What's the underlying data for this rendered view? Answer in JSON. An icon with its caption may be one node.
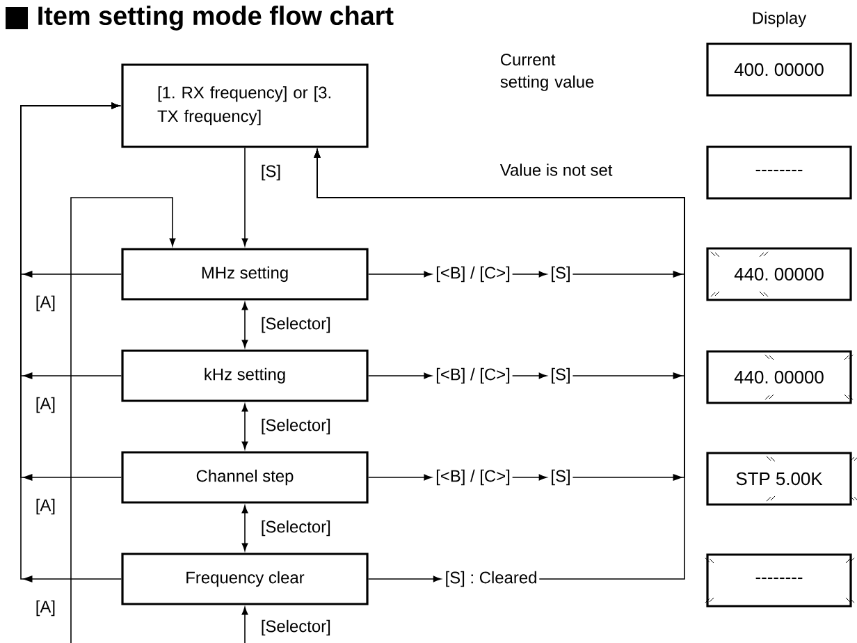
{
  "diagram": {
    "title": "Item setting mode flow chart",
    "nodes": [
      {
        "text": [
          "[1. RX frequency] or [3. TX frequency]"
        ]
      },
      {
        "text": [
          "MHz setting"
        ]
      },
      {
        "text": [
          "kHz setting"
        ]
      },
      {
        "text": [
          "Channel step"
        ]
      },
      {
        "text": [
          "Frequency clear"
        ]
      },
      {
        "text": [
          "[<B] / [C>]"
        ]
      },
      {
        "text": [
          "[S]"
        ]
      },
      {
        "text": [
          "[<B] / [C>]"
        ]
      },
      {
        "text": [
          "[S]"
        ]
      },
      {
        "text": [
          "[<B] / [C>]"
        ]
      },
      {
        "text": [
          "[S]"
        ]
      },
      {
        "text": [
          "[S] : Cleared"
        ]
      },
      {
        "text": [
          "400. 00000"
        ]
      },
      {
        "text": [
          "--------"
        ]
      },
      {
        "text": [
          "440. 00000"
        ]
      },
      {
        "text": [
          "440. 00000"
        ]
      },
      {
        "text": [
          "STP 5.00K"
        ]
      },
      {
        "text": [
          "--------"
        ]
      }
    ],
    "edges": [
      {
        "from": 0,
        "to": 1,
        "arrow": "to",
        "label": "[S]"
      },
      {
        "from": 1,
        "to": 5,
        "arrow": "to"
      },
      {
        "from": 5,
        "to": 6,
        "arrow": "to"
      },
      {
        "from": 6,
        "to": 0,
        "arrow": "to"
      },
      {
        "from": 2,
        "to": 7,
        "arrow": "to"
      },
      {
        "from": 7,
        "to": 8,
        "arrow": "to"
      },
      {
        "from": 8,
        "to": 0,
        "arrow": "to"
      },
      {
        "from": 3,
        "to": 9,
        "arrow": "to"
      },
      {
        "from": 9,
        "to": 10,
        "arrow": "to"
      },
      {
        "from": 10,
        "to": 0,
        "arrow": "to"
      },
      {
        "from": 4,
        "to": 11,
        "arrow": "to"
      },
      {
        "from": 11,
        "to": 0,
        "arrow": "to"
      },
      {
        "from": 1,
        "to": 0,
        "arrow": "to",
        "label": "[A]"
      },
      {
        "from": 2,
        "to": 0,
        "arrow": "to",
        "label": "[A]"
      },
      {
        "from": 3,
        "to": 0,
        "arrow": "to",
        "label": "[A]"
      },
      {
        "from": 4,
        "to": 0,
        "arrow": "to",
        "label": "[A]"
      },
      {
        "from": 1,
        "to": 2,
        "arrow": "both",
        "label": "[Selector]"
      },
      {
        "from": 2,
        "to": 3,
        "arrow": "both",
        "label": "[Selector]"
      },
      {
        "from": 3,
        "to": 4,
        "arrow": "both",
        "label": "[Selector]"
      },
      {
        "from": null,
        "to": 4,
        "arrow": "to",
        "label": "[Selector]"
      },
      {
        "from": null,
        "to": 1,
        "arrow": "to"
      }
    ],
    "labels": [
      "Display",
      "Current setting value",
      "Value is not set"
    ]
  }
}
